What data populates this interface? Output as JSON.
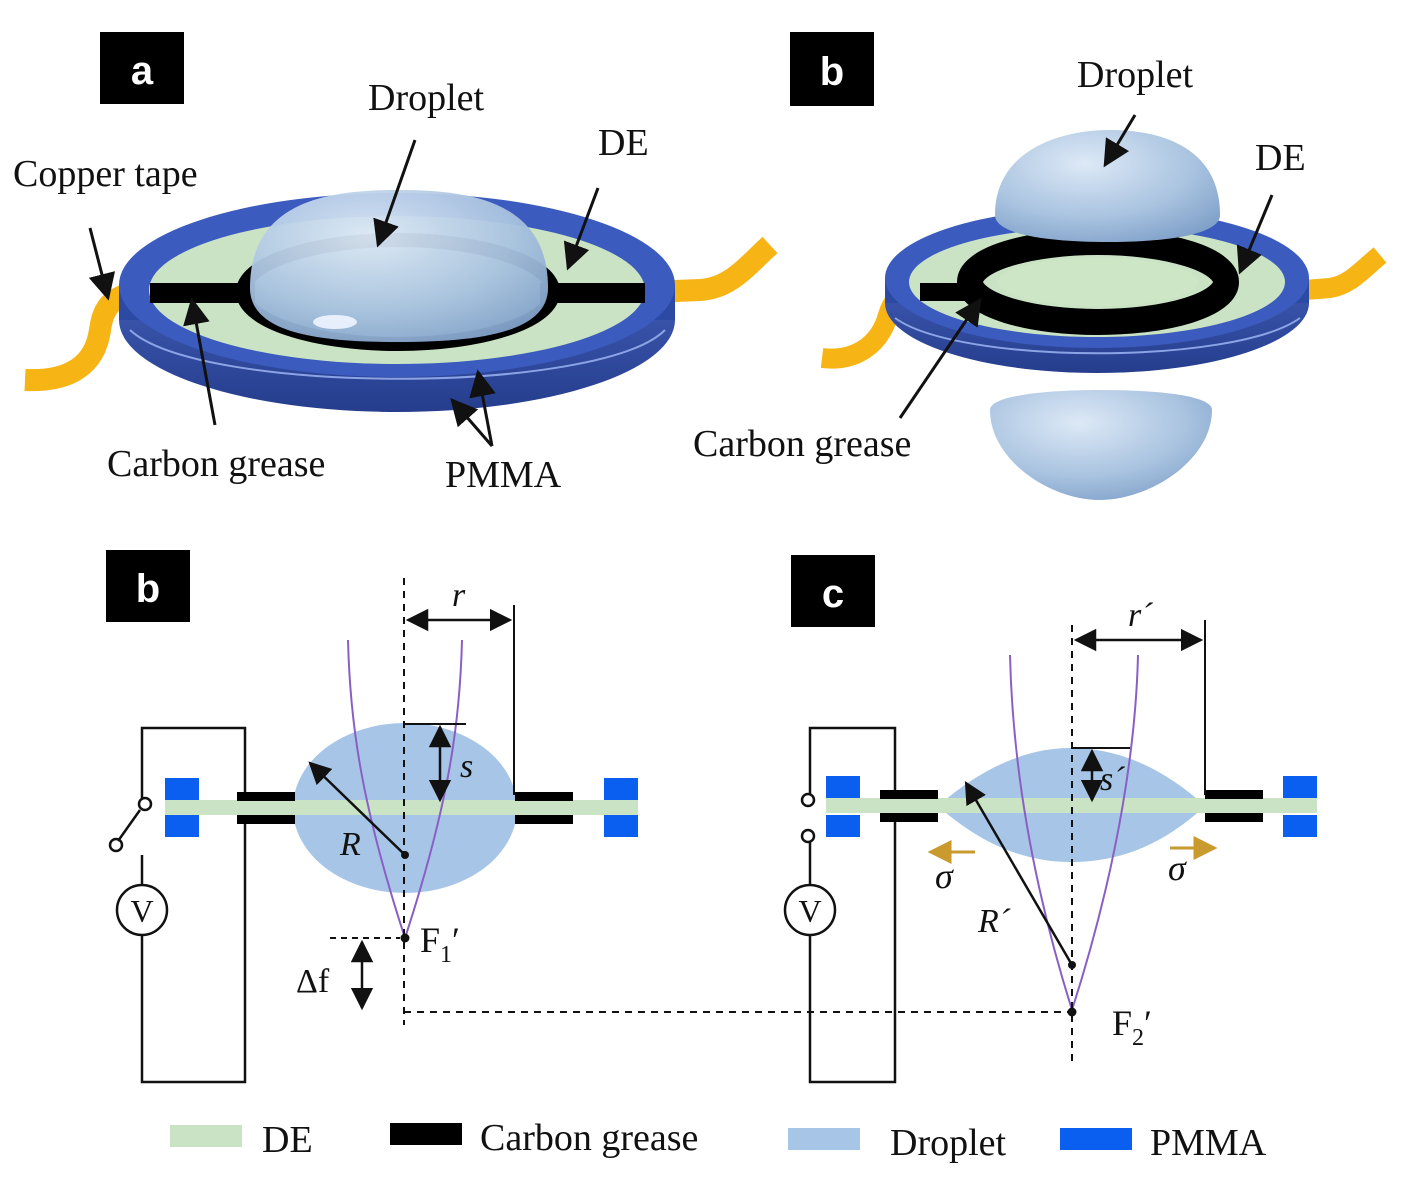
{
  "panels": {
    "a": "a",
    "b_top": "b",
    "b_bottom": "b",
    "c": "c"
  },
  "panel_a": {
    "copper_tape": "Copper tape",
    "droplet": "Droplet",
    "de": "DE",
    "carbon_grease": "Carbon grease",
    "pmma": "PMMA"
  },
  "panel_b_top": {
    "droplet": "Droplet",
    "de": "DE",
    "carbon_grease": "Carbon grease"
  },
  "panel_b_bottom": {
    "r": "r",
    "s": "s",
    "R": "R",
    "f_label": "F",
    "f_sub": "1",
    "f_prime": "′",
    "delta_f": "Δf",
    "voltmeter": "V"
  },
  "panel_c": {
    "r": "r´",
    "s": "s´",
    "R": "R´",
    "sigma_left": "σ",
    "sigma_right": "σ",
    "f_label": "F",
    "f_sub": "2",
    "f_prime": "′",
    "voltmeter": "V"
  },
  "legend": [
    {
      "label": "DE",
      "color": "#c9e3c4"
    },
    {
      "label": "Carbon grease",
      "color": "#000000"
    },
    {
      "label": "Droplet",
      "color": "#a7c5e6"
    },
    {
      "label": "PMMA",
      "color": "#0a5ff0"
    }
  ],
  "colors": {
    "ring": "#2f4da8",
    "copper": "#f6b415",
    "droplet": "#a7c5e6",
    "de": "#c9e3c4",
    "ray": "#8a5fc4",
    "sigma_arrow": "#c99a2e"
  }
}
